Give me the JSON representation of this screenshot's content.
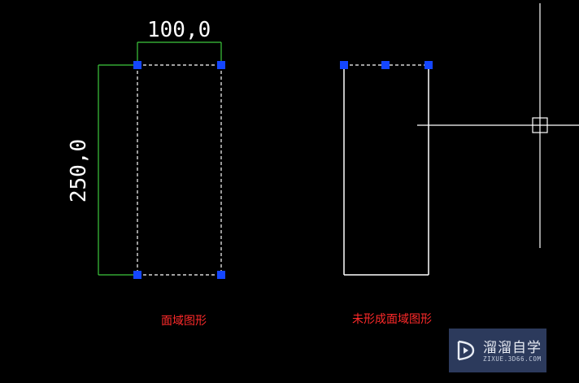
{
  "drawing": {
    "left_shape": {
      "caption": "面域图形",
      "dimension_width": "100,0",
      "dimension_height": "250,0"
    },
    "right_shape": {
      "caption": "未形成面域图形"
    }
  },
  "colors": {
    "background": "#000000",
    "dimension_line": "#3cc83c",
    "grip": "#1446ff",
    "caption": "#ff2a2a",
    "geometry": "#ffffff"
  },
  "watermark": {
    "title": "溜溜自学",
    "subtitle": "ZIXUE.3D66.COM"
  }
}
